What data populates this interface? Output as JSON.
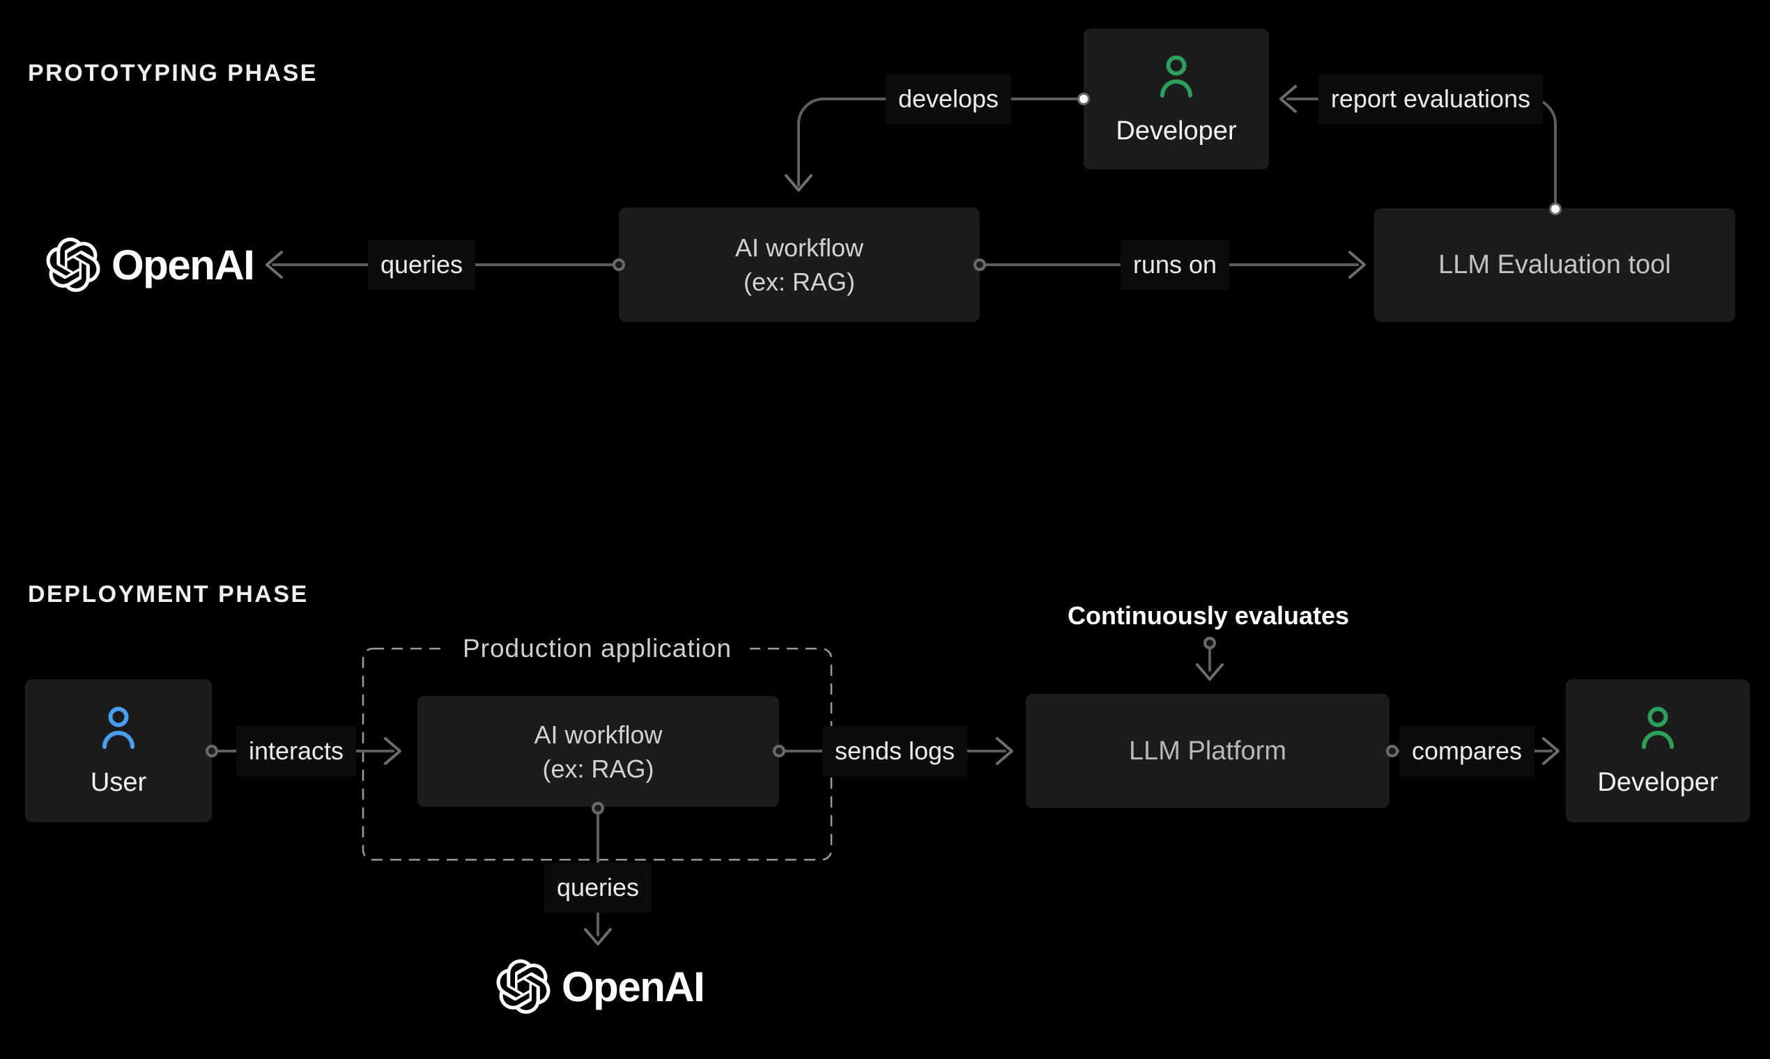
{
  "page": {
    "background": "#000000"
  },
  "colors": {
    "node_background": "#1c1c1c",
    "connector_line": "#5e5e5e",
    "dashed_border": "#9c9c9c",
    "developer_icon_green": "#2da05c",
    "user_icon_blue": "#4a9ef0",
    "white_text": "#ffffff",
    "dim_text": "#d2d3d3"
  },
  "prototyping": {
    "title": "PROTOTYPING PHASE",
    "nodes": {
      "openai": {
        "label": "OpenAI"
      },
      "ai_workflow": {
        "label_line1": "AI workflow",
        "label_line2": "(ex: RAG)"
      },
      "developer": {
        "label": "Developer"
      },
      "llm_eval_tool": {
        "label": "LLM Evaluation tool"
      }
    },
    "edges": {
      "develops": {
        "label": "develops"
      },
      "queries": {
        "label": "queries"
      },
      "runs_on": {
        "label": "runs on"
      },
      "report_evaluations": {
        "label": "report evaluations"
      }
    }
  },
  "deployment": {
    "title": "DEPLOYMENT PHASE",
    "container": {
      "label": "Production application"
    },
    "nodes": {
      "user": {
        "label": "User"
      },
      "ai_workflow": {
        "label_line1": "AI workflow",
        "label_line2": "(ex: RAG)"
      },
      "llm_platform": {
        "label": "LLM Platform"
      },
      "developer": {
        "label": "Developer"
      },
      "openai": {
        "label": "OpenAI"
      }
    },
    "edges": {
      "interacts": {
        "label": "interacts"
      },
      "sends_logs": {
        "label": "sends logs"
      },
      "compares": {
        "label": "compares"
      },
      "continuously_evaluates": {
        "label": "Continuously evaluates"
      },
      "queries": {
        "label": "queries"
      }
    }
  }
}
